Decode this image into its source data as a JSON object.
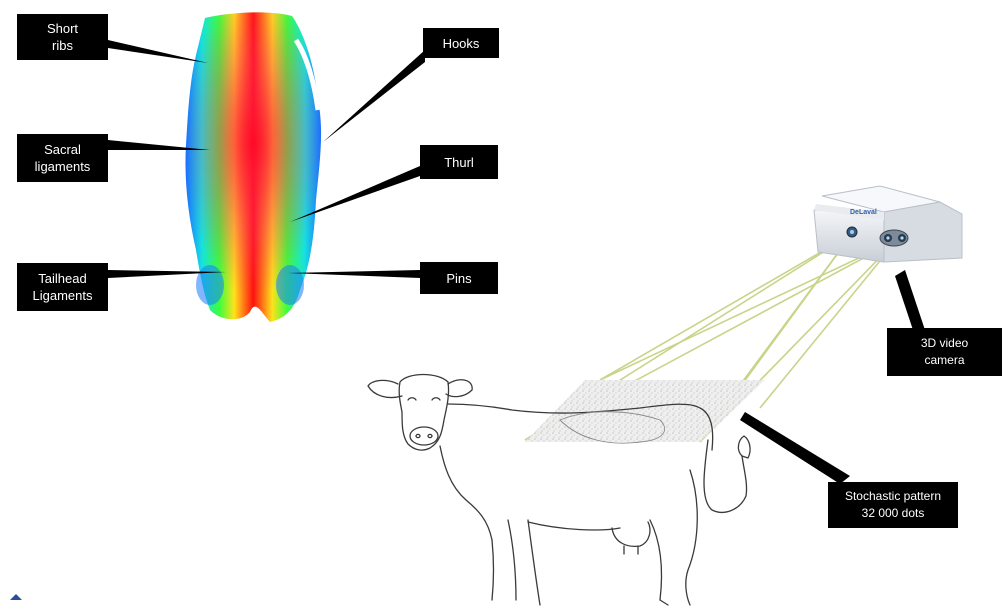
{
  "labels": {
    "short_ribs": [
      "Short",
      "ribs"
    ],
    "sacral_ligaments": [
      "Sacral",
      "ligaments"
    ],
    "tailhead_ligaments": [
      "Tailhead",
      "Ligaments"
    ],
    "hooks": [
      "Hooks"
    ],
    "thurl": [
      "Thurl"
    ],
    "pins": [
      "Pins"
    ],
    "camera": [
      "3D video",
      "camera"
    ],
    "pattern": [
      "Stochastic pattern",
      "32 000 dots"
    ]
  },
  "camera_brand": "DeLaval",
  "colors": {
    "label_bg": "#000000",
    "label_text": "#ffffff",
    "projection_lines": "#c8d48a",
    "cow_outline": "#3a3a3a",
    "camera_body": "#e4e8ee"
  }
}
